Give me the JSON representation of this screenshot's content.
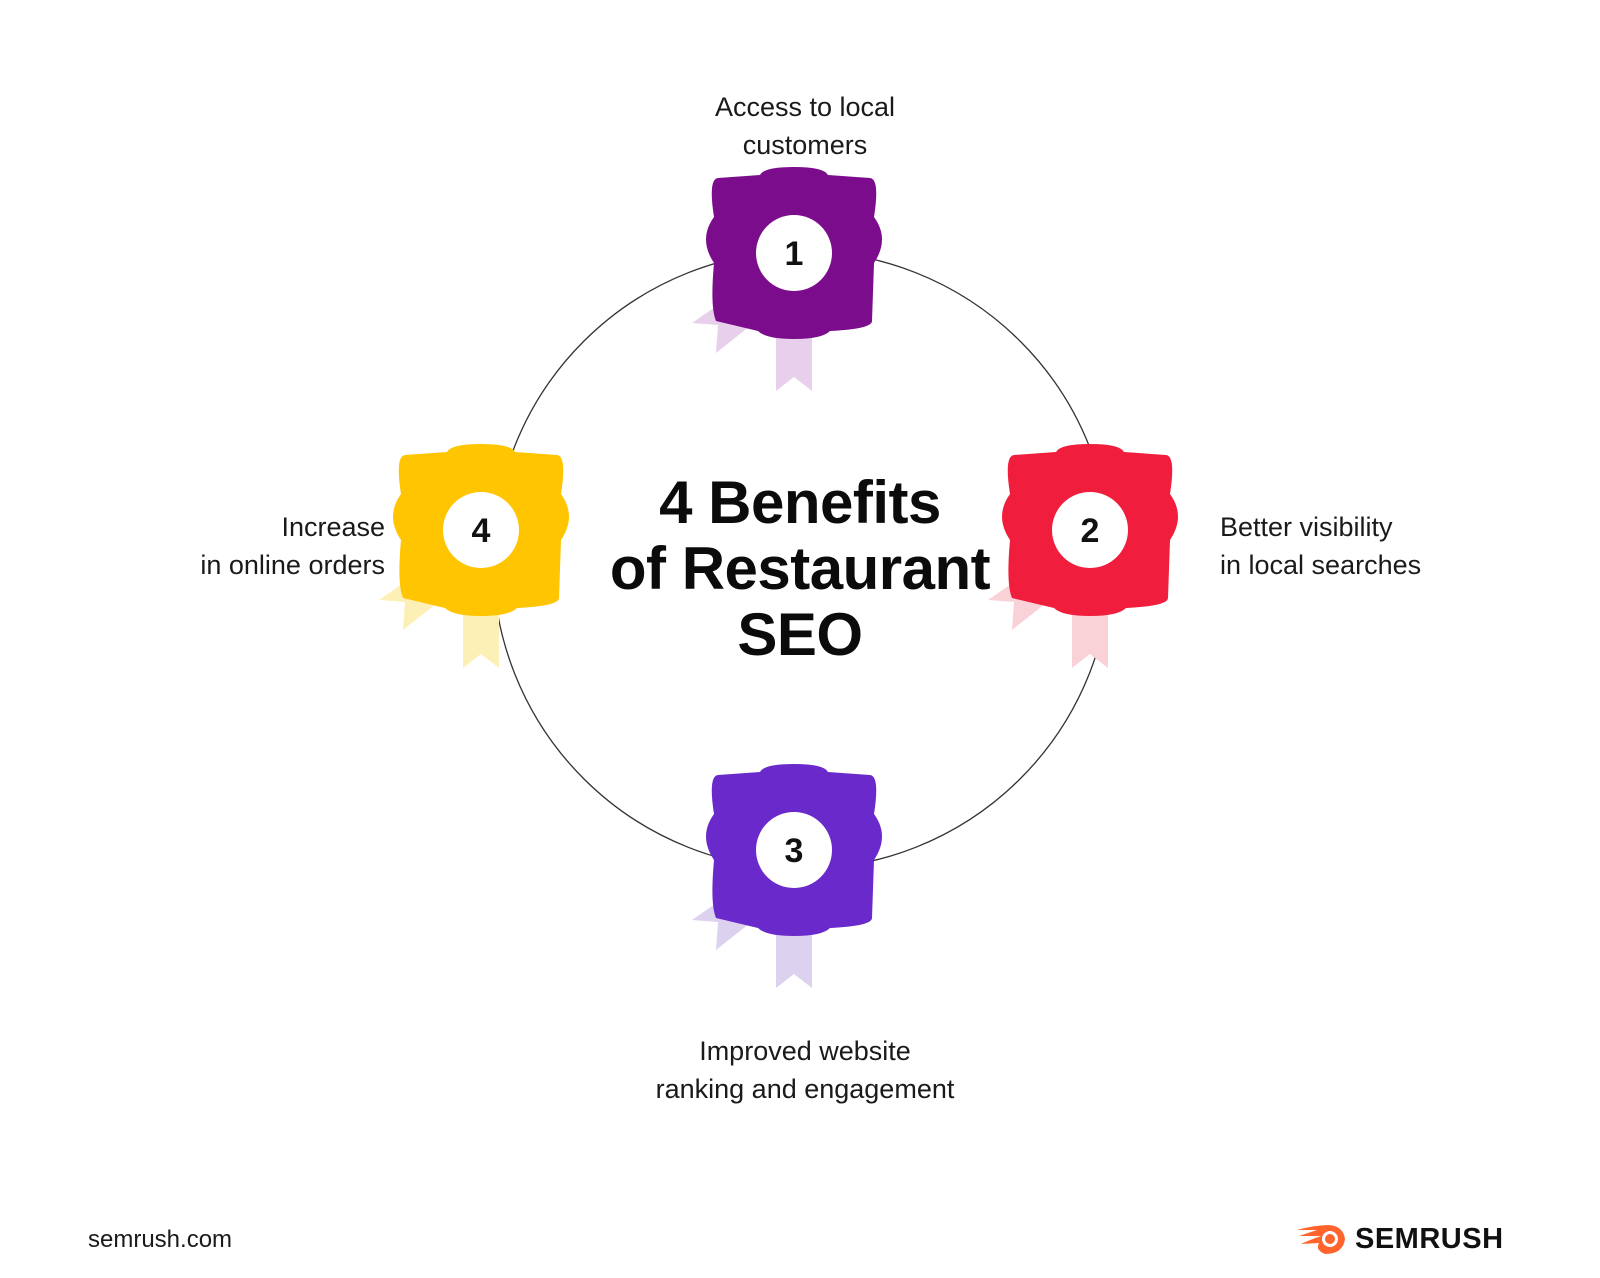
{
  "title": {
    "line1": "4 Benefits",
    "line2": "of Restaurant",
    "line3": "SEO"
  },
  "benefits": [
    {
      "number": "1",
      "line1": "Access to local",
      "line2": "customers",
      "color": "#7B0C8C",
      "ribbon": "#E8D0EC"
    },
    {
      "number": "2",
      "line1": "Better visibility",
      "line2": "in local searches",
      "color": "#F01E3C",
      "ribbon": "#F9D2D8"
    },
    {
      "number": "3",
      "line1": "Improved website",
      "line2": "ranking and engagement",
      "color": "#6A2ACB",
      "ribbon": "#DCD1EE"
    },
    {
      "number": "4",
      "line1": "Increase",
      "line2": "in online orders",
      "color": "#FFC500",
      "ribbon": "#FDF0B6"
    }
  ],
  "footer": {
    "url": "semrush.com",
    "brand": "SEMRUSH",
    "brand_color": "#FF642D",
    "brand_icon": "semrush-fire-icon"
  }
}
